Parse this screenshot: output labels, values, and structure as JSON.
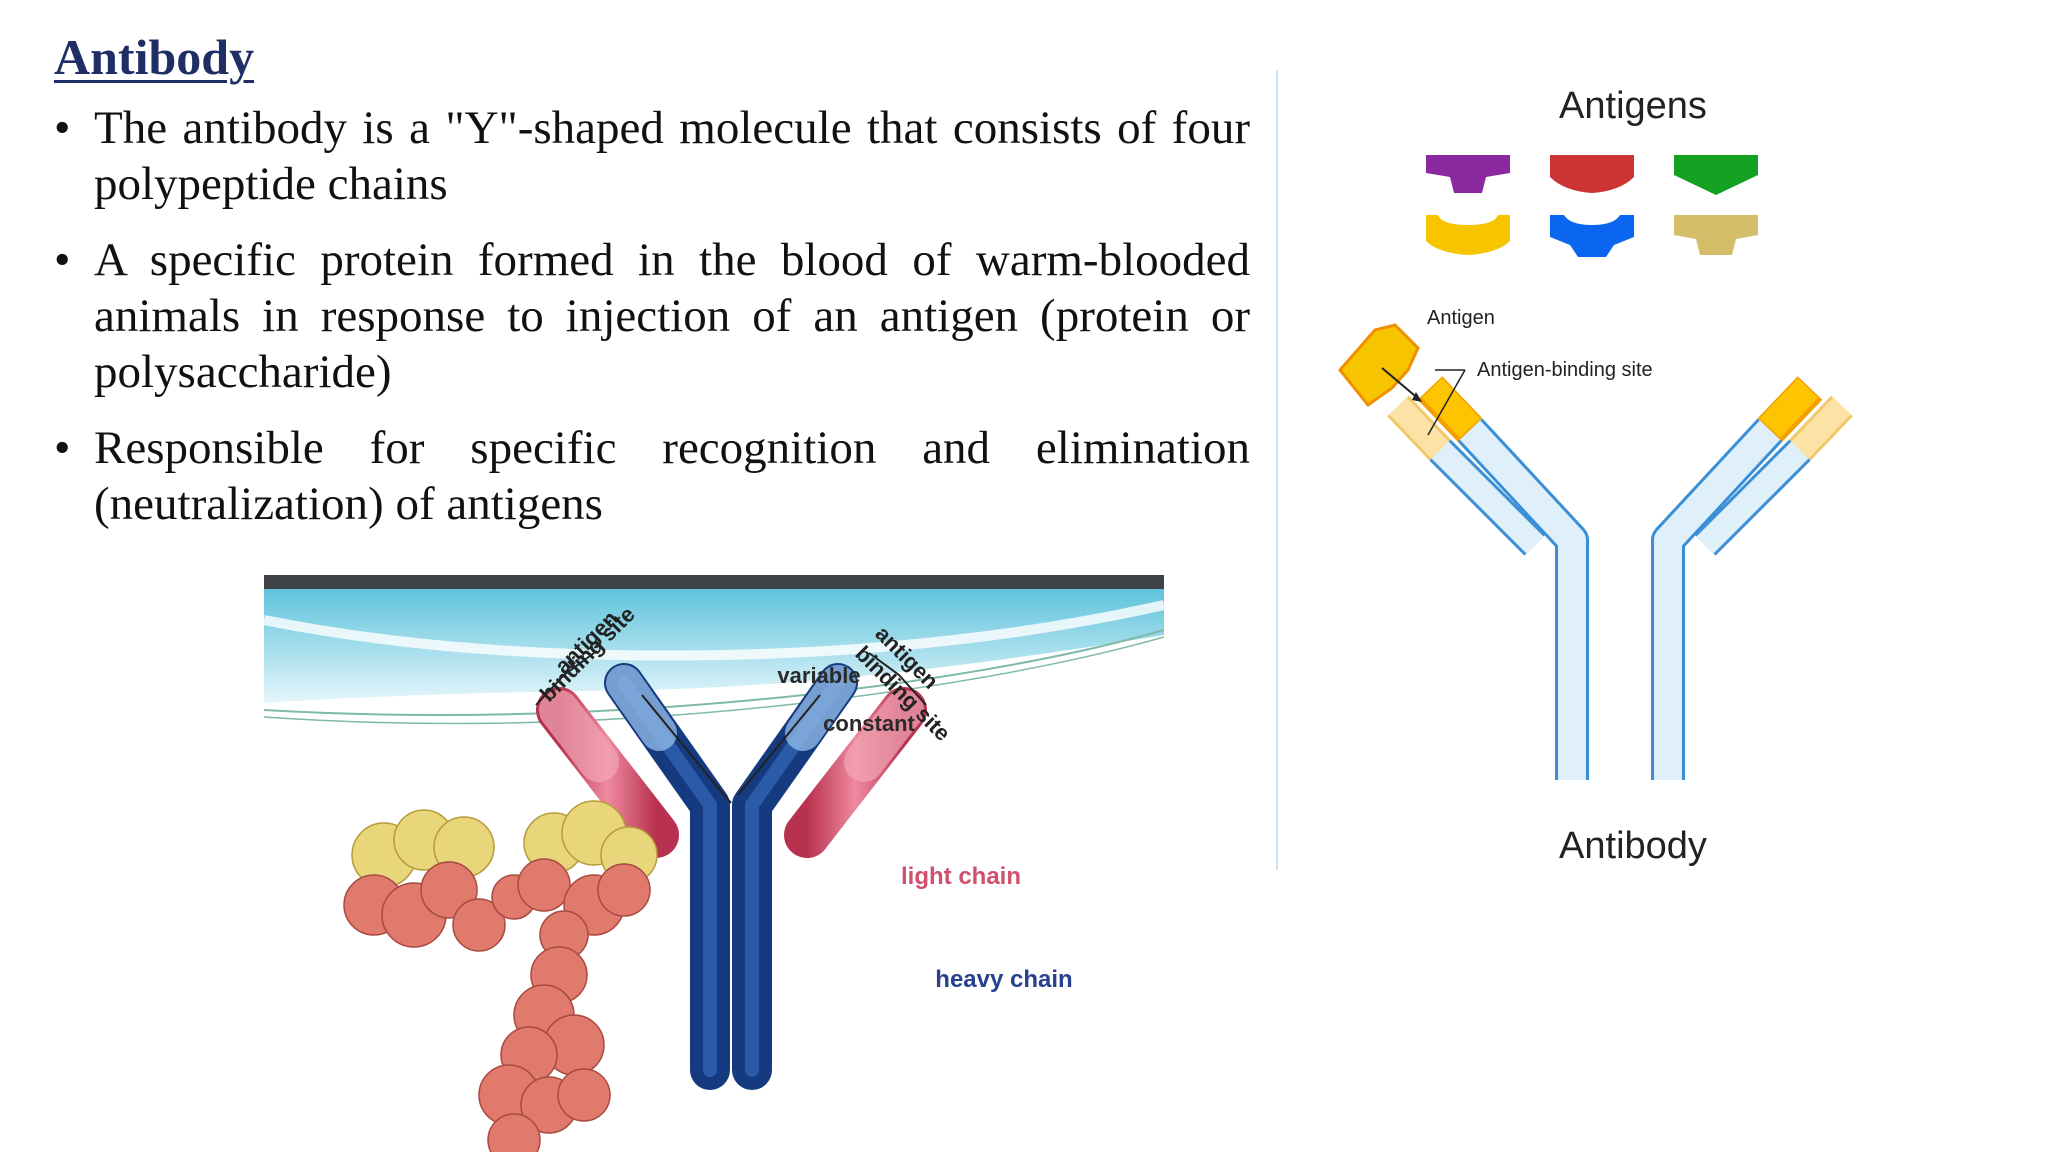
{
  "slide": {
    "title": "Antibody",
    "bullet_symbol": "•",
    "bullets": [
      {
        "text": "The antibody is a \"Y\"-shaped molecule that consists of four polypeptide chains"
      },
      {
        "text": "A specific protein formed in the blood of warm-blooded animals in response to injection of an antigen (protein or polysaccharide)"
      },
      {
        "text": "Responsible for specific recognition and elimination (neutralization) of antigens"
      }
    ]
  },
  "figure_left": {
    "label_antigen_site_left_1": "antigen",
    "label_antigen_site_left_2": "binding site",
    "label_antigen_site_right_1": "antigen",
    "label_antigen_site_right_2": "binding site",
    "label_variable": "variable",
    "label_constant": "constant",
    "label_light_chain": "light chain",
    "label_heavy_chain": "heavy chain",
    "colors": {
      "heavy_chain": "#1e4a9a",
      "light_chain": "#d64b6a",
      "protein_light": "#e9d57a",
      "protein_heavy": "#e07a6c",
      "light_chain_label": "#d0506e",
      "heavy_chain_label": "#27418f"
    }
  },
  "figure_right": {
    "title": "Antigens",
    "label_antigen": "Antigen",
    "label_binding_site": "Antigen-binding site",
    "caption": "Antibody",
    "antigen_colors": [
      "#8b2aa0",
      "#cc3333",
      "#14a020",
      "#f7c400",
      "#0a66ee",
      "#d4be6a"
    ]
  }
}
